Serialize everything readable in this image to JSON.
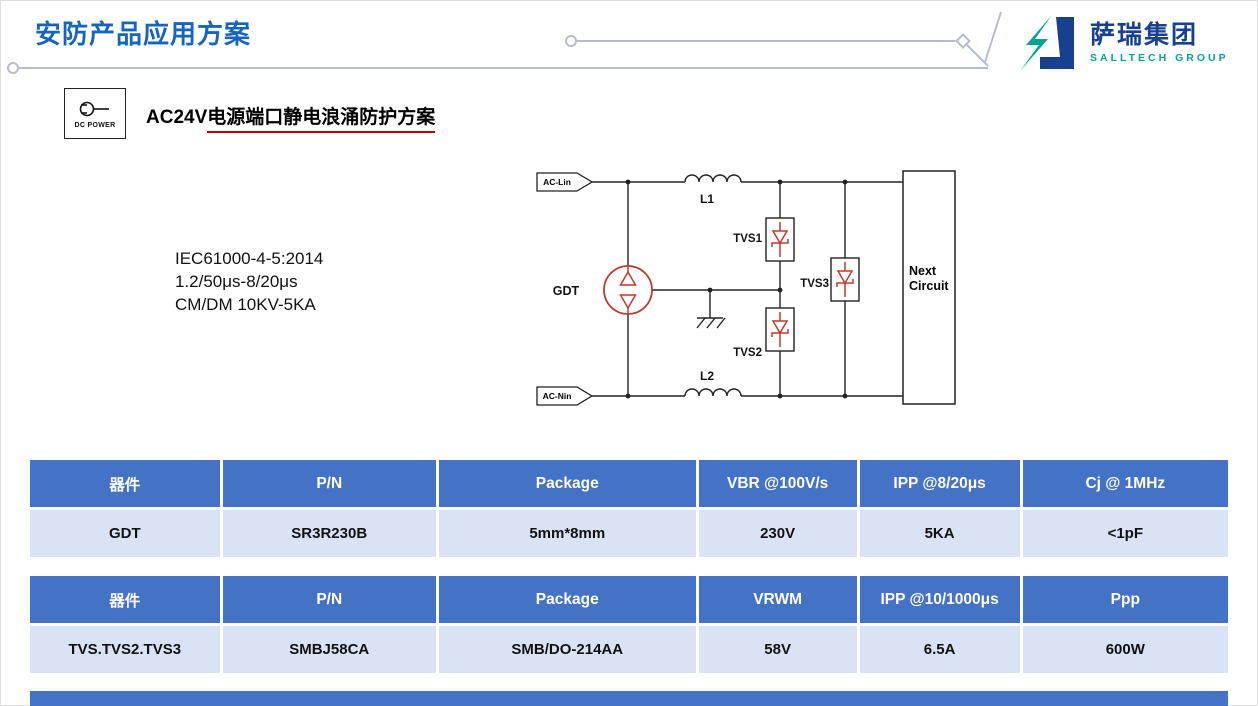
{
  "header": {
    "page_title": "安防产品应用方案",
    "logo": {
      "name_cn": "萨瑞集团",
      "name_en": "SALLTECH GROUP"
    }
  },
  "section": {
    "icon_label": "DC POWER",
    "title_prefix": "AC24V",
    "title_main": "电源端口静电浪涌防护方案"
  },
  "diagram": {
    "standards": [
      "IEC61000-4-5:2014",
      "1.2/50μs-8/20μs",
      "CM/DM 10KV-5KA"
    ],
    "labels": {
      "ac_lin": "AC-Lin",
      "ac_nin": "AC-Nin",
      "l1": "L1",
      "l2": "L2",
      "gdt": "GDT",
      "tvs1": "TVS1",
      "tvs2": "TVS2",
      "tvs3": "TVS3",
      "next_circuit": "Next Circuit"
    }
  },
  "tables": [
    {
      "headers": [
        "器件",
        "P/N",
        "Package",
        "VBR @100V/s",
        "IPP @8/20μs",
        "Cj @ 1MHz"
      ],
      "rows": [
        [
          "GDT",
          "SR3R230B",
          "5mm*8mm",
          "230V",
          "5KA",
          "<1pF"
        ]
      ]
    },
    {
      "headers": [
        "器件",
        "P/N",
        "Package",
        "VRWM",
        "IPP @10/1000μs",
        "Ppp"
      ],
      "rows": [
        [
          "TVS.TVS2.TVS3",
          "SMBJ58CA",
          "SMB/DO-214AA",
          "58V",
          "6.5A",
          "600W"
        ]
      ]
    }
  ],
  "colors": {
    "title_blue": "#1565C0",
    "table_header_blue": "#4472C4",
    "table_row_bg": "#DAE3F3",
    "component_red": "#C0392B",
    "logo_teal": "#00A693",
    "logo_blue": "#17418F",
    "line_gray": "#B7BDC6"
  }
}
